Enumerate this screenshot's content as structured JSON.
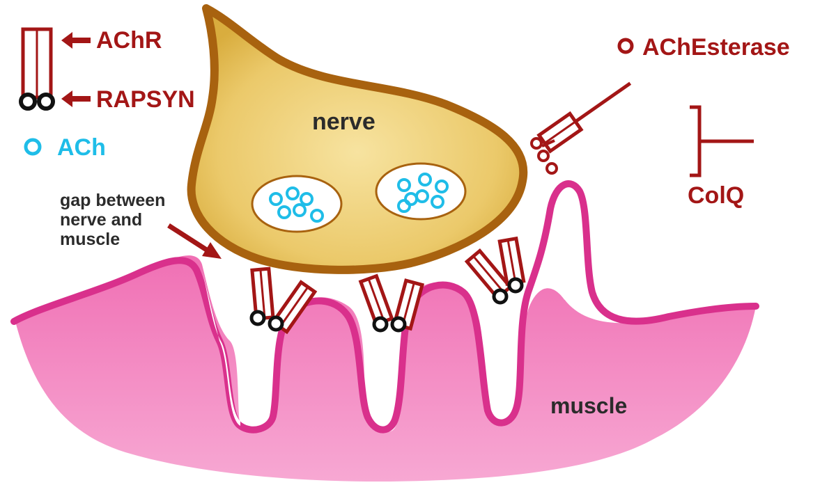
{
  "legend": {
    "achr": "AChR",
    "rapsyn": "RAPSYN",
    "ach": "ACh",
    "achesterase": "AChEsterase",
    "colq": "ColQ"
  },
  "labels": {
    "nerve": "nerve",
    "muscle": "muscle",
    "gap_line1": "gap between",
    "gap_line2": "nerve and",
    "gap_line3": "muscle"
  },
  "colors": {
    "receptor": "#a31616",
    "ach": "#1fbde8",
    "nerve_fill": "#e8c560",
    "nerve_outline": "#a8620f",
    "muscle_fill": "#f27fbd",
    "muscle_outline": "#d9308c"
  }
}
